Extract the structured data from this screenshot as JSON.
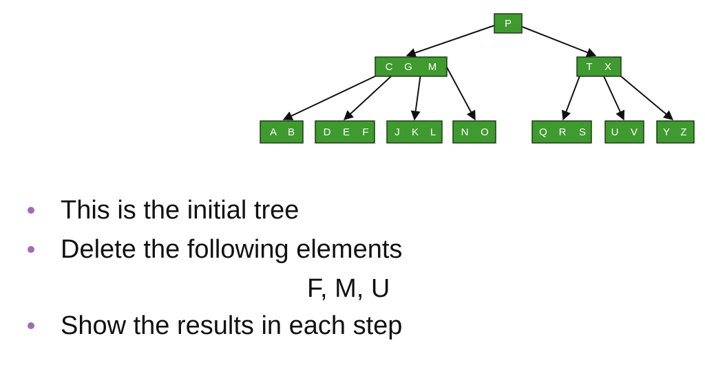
{
  "diagram": {
    "nodes": [
      {
        "id": "root",
        "keys": [
          "P"
        ]
      },
      {
        "id": "cgm",
        "keys": [
          "C",
          "G",
          "M"
        ]
      },
      {
        "id": "tx",
        "keys": [
          "T",
          "X"
        ]
      },
      {
        "id": "ab",
        "keys": [
          "A",
          "B"
        ]
      },
      {
        "id": "def",
        "keys": [
          "D",
          "E",
          "F"
        ]
      },
      {
        "id": "jkl",
        "keys": [
          "J",
          "K",
          "L"
        ]
      },
      {
        "id": "no",
        "keys": [
          "N",
          "O"
        ]
      },
      {
        "id": "qrs",
        "keys": [
          "Q",
          "R",
          "S"
        ]
      },
      {
        "id": "uv",
        "keys": [
          "U",
          "V"
        ]
      },
      {
        "id": "yz",
        "keys": [
          "Y",
          "Z"
        ]
      }
    ],
    "edges": [
      [
        "root",
        "cgm"
      ],
      [
        "root",
        "tx"
      ],
      [
        "cgm",
        "ab"
      ],
      [
        "cgm",
        "def"
      ],
      [
        "cgm",
        "jkl"
      ],
      [
        "cgm",
        "no"
      ],
      [
        "tx",
        "qrs"
      ],
      [
        "tx",
        "uv"
      ],
      [
        "tx",
        "yz"
      ]
    ],
    "colors": {
      "node_fill": "#3f9a2f",
      "node_border": "#1f3a17",
      "key_text": "#ffffff",
      "edge": "#111111"
    }
  },
  "bullets": {
    "item1": "This is the initial tree",
    "item2": "Delete the following elements",
    "elements": "F, M, U",
    "item3": "Show the results in each step",
    "bullet_color": "#a26bb5"
  }
}
